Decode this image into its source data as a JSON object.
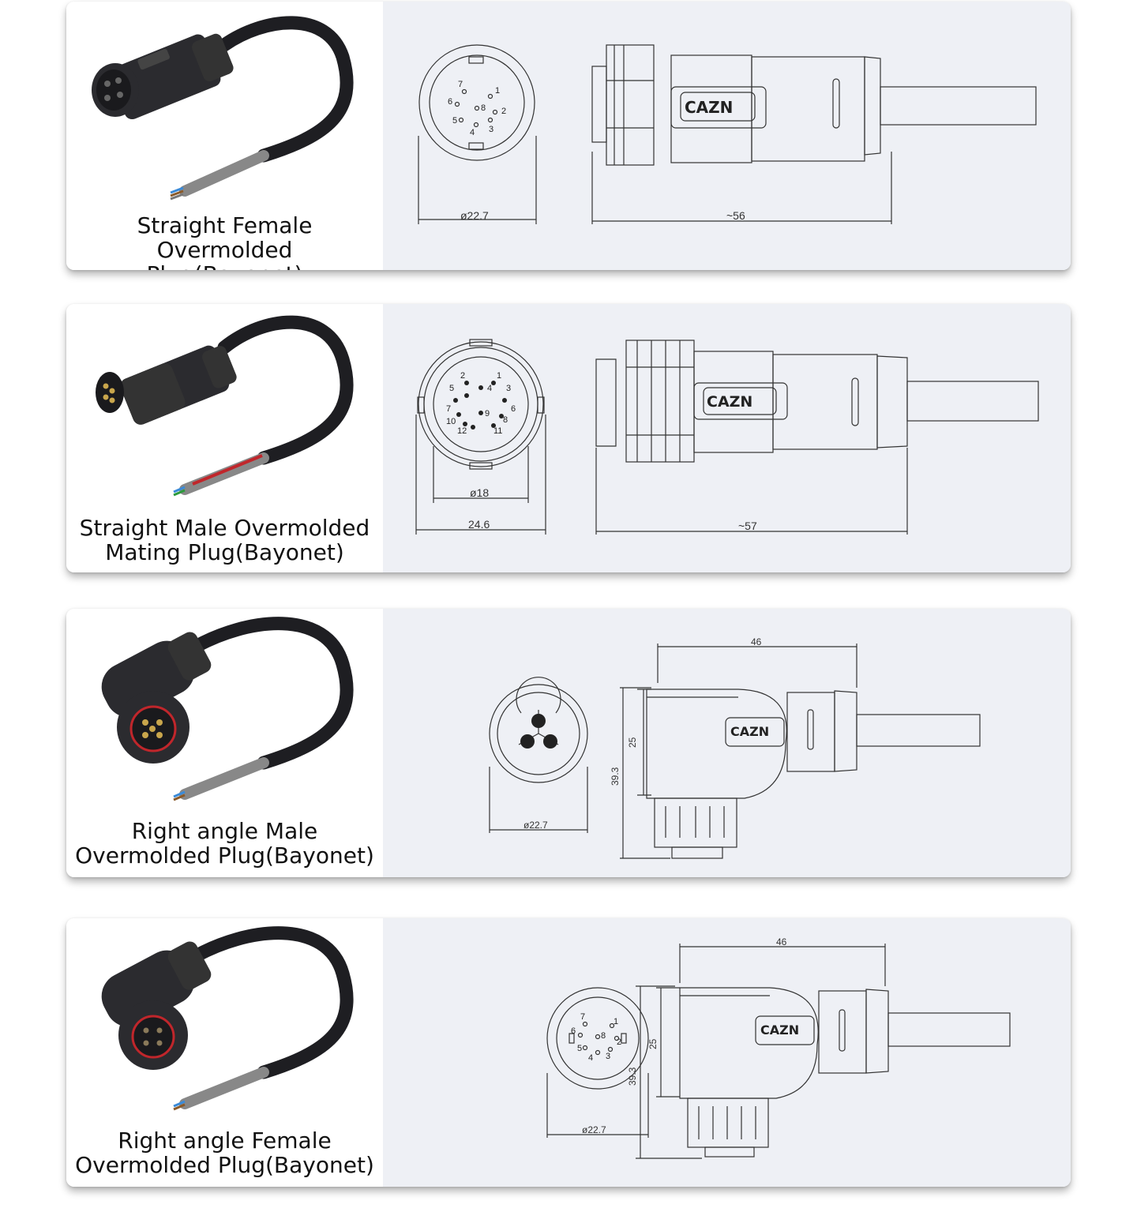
{
  "brand": "CAZN",
  "colors": {
    "drawing_bg": "#eef0f5",
    "connector_body": "#2b2b2f",
    "cable": "#1e1e22",
    "line": "#333333"
  },
  "products": [
    {
      "caption_line1": "Straight Female Overmolded",
      "caption_line2": "Plug(Bayonet)",
      "dim_diameter": "ø22.7",
      "dim_length": "~56",
      "pins": [
        "1",
        "2",
        "3",
        "4",
        "5",
        "6",
        "7",
        "8"
      ]
    },
    {
      "caption_line1": "Straight Male Overmolded",
      "caption_line2": "Mating Plug(Bayonet)",
      "dim_diameter": "ø18",
      "dim_width": "24.6",
      "dim_length": "~57",
      "pins": [
        "1",
        "2",
        "3",
        "4",
        "5",
        "6",
        "7",
        "8",
        "9",
        "10",
        "11",
        "12"
      ]
    },
    {
      "caption_line1": "Right angle Male",
      "caption_line2": "Overmolded Plug(Bayonet)",
      "dim_diameter": "ø22.7",
      "dim_length": "46",
      "dim_height_inner": "25",
      "dim_height_total": "39.3"
    },
    {
      "caption_line1": "Right angle Female",
      "caption_line2": "Overmolded Plug(Bayonet)",
      "dim_diameter": "ø22.7",
      "dim_length": "46",
      "dim_height_inner": "25",
      "dim_height_total": "39.3",
      "pins": [
        "1",
        "2",
        "3",
        "4",
        "5",
        "6",
        "7",
        "8"
      ]
    }
  ]
}
